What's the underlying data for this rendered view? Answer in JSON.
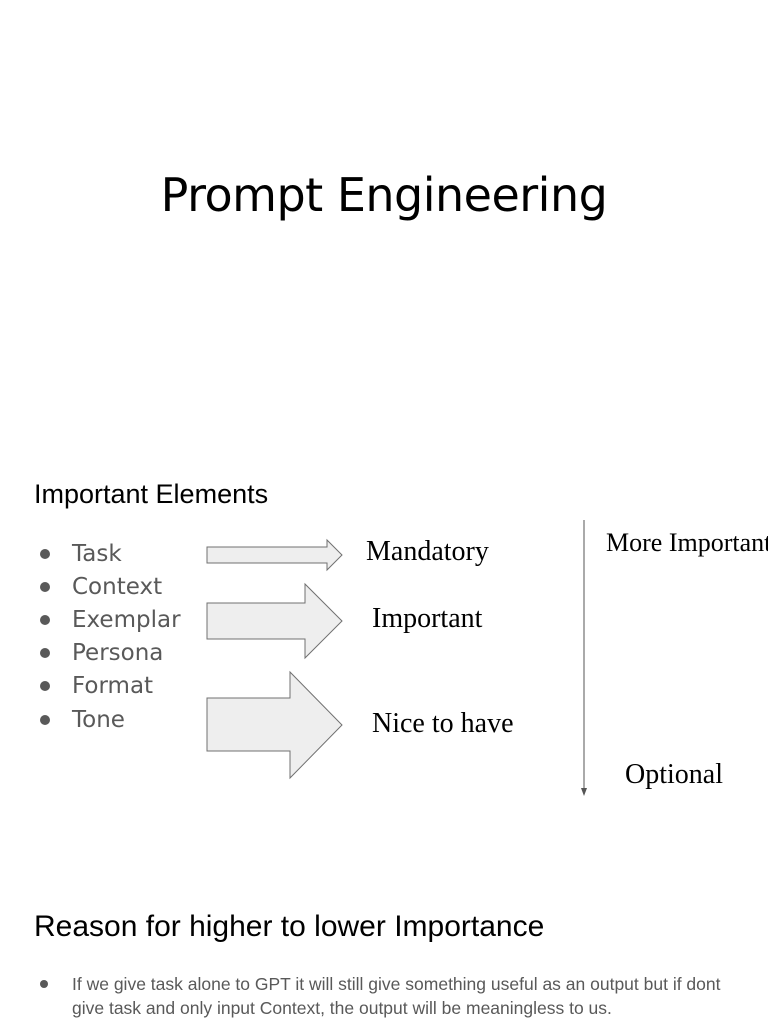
{
  "title": "Prompt Engineering",
  "important_elements": {
    "heading": "Important Elements",
    "items": [
      "Task",
      "Context",
      "Exemplar",
      "Persona",
      "Format",
      "Tone"
    ],
    "labels": {
      "mandatory": "Mandatory",
      "important": "Important",
      "nice_to_have": "Nice to have"
    },
    "scale": {
      "top": "More Important",
      "bottom": "Optional"
    }
  },
  "reason": {
    "heading": "Reason for higher to lower Importance",
    "bullets": [
      "If we give task alone to GPT it will still give something useful as an output but if dont give task and only input Context, the output will be meaningless to us."
    ]
  },
  "colors": {
    "arrow_fill": "#eeeeee",
    "arrow_stroke": "#707070",
    "list_text": "#595959"
  },
  "icons": [
    "right-arrow-icon",
    "down-arrow-icon",
    "bullet-dot-icon"
  ]
}
